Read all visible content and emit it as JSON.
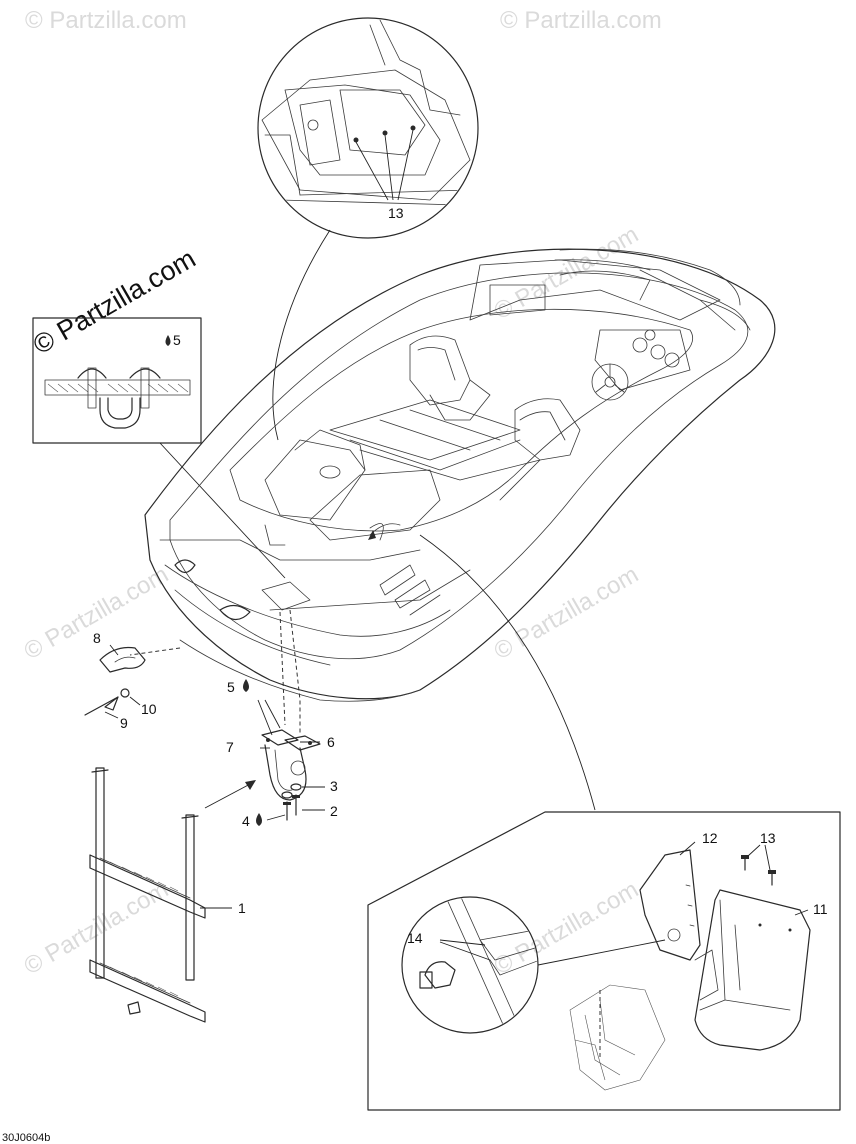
{
  "diagram": {
    "part_code": "30J0604b",
    "watermark_main": "© Partzilla.com",
    "watermark_faint": "© Partzilla.com",
    "callouts": {
      "c1": "1",
      "c2": "2",
      "c3": "3",
      "c4": "4",
      "c5_top": "5",
      "c5_inset": "5",
      "c6": "6",
      "c7": "7",
      "c8": "8",
      "c9": "9",
      "c10": "10",
      "c11": "11",
      "c12": "12",
      "c13_top": "13",
      "c13_bottom": "13",
      "c14": "14"
    },
    "icons": {
      "lubricant": "droplet-icon",
      "copyright": "copyright-icon"
    }
  }
}
